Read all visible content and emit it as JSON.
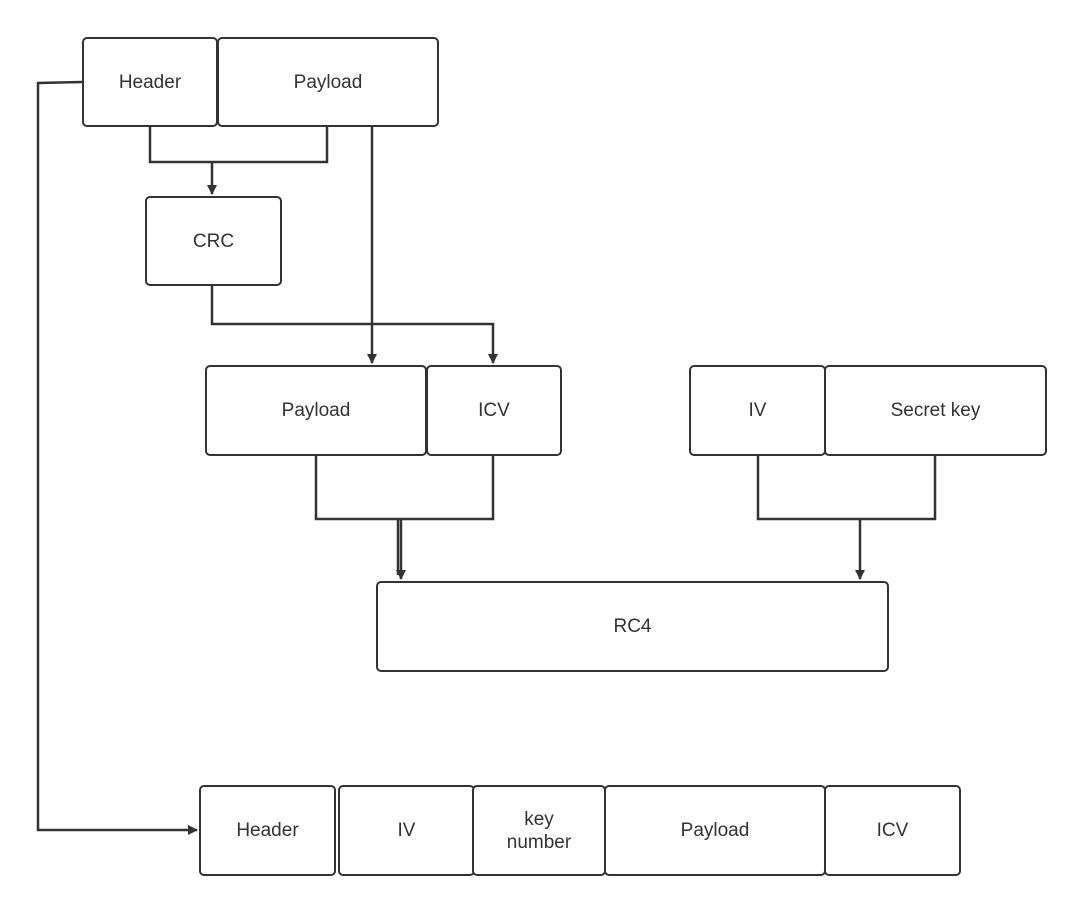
{
  "diagram": {
    "input_frame": {
      "header": "Header",
      "payload": "Payload"
    },
    "crc": "CRC",
    "plaintext": {
      "payload": "Payload",
      "icv": "ICV"
    },
    "key_input": {
      "iv": "IV",
      "secret_key": "Secret key"
    },
    "cipher": "RC4",
    "output_frame": {
      "header": "Header",
      "iv": "IV",
      "key_number": "key\nnumber",
      "payload": "Payload",
      "icv": "ICV"
    }
  },
  "colors": {
    "stroke": "#333333",
    "background": "#ffffff"
  }
}
